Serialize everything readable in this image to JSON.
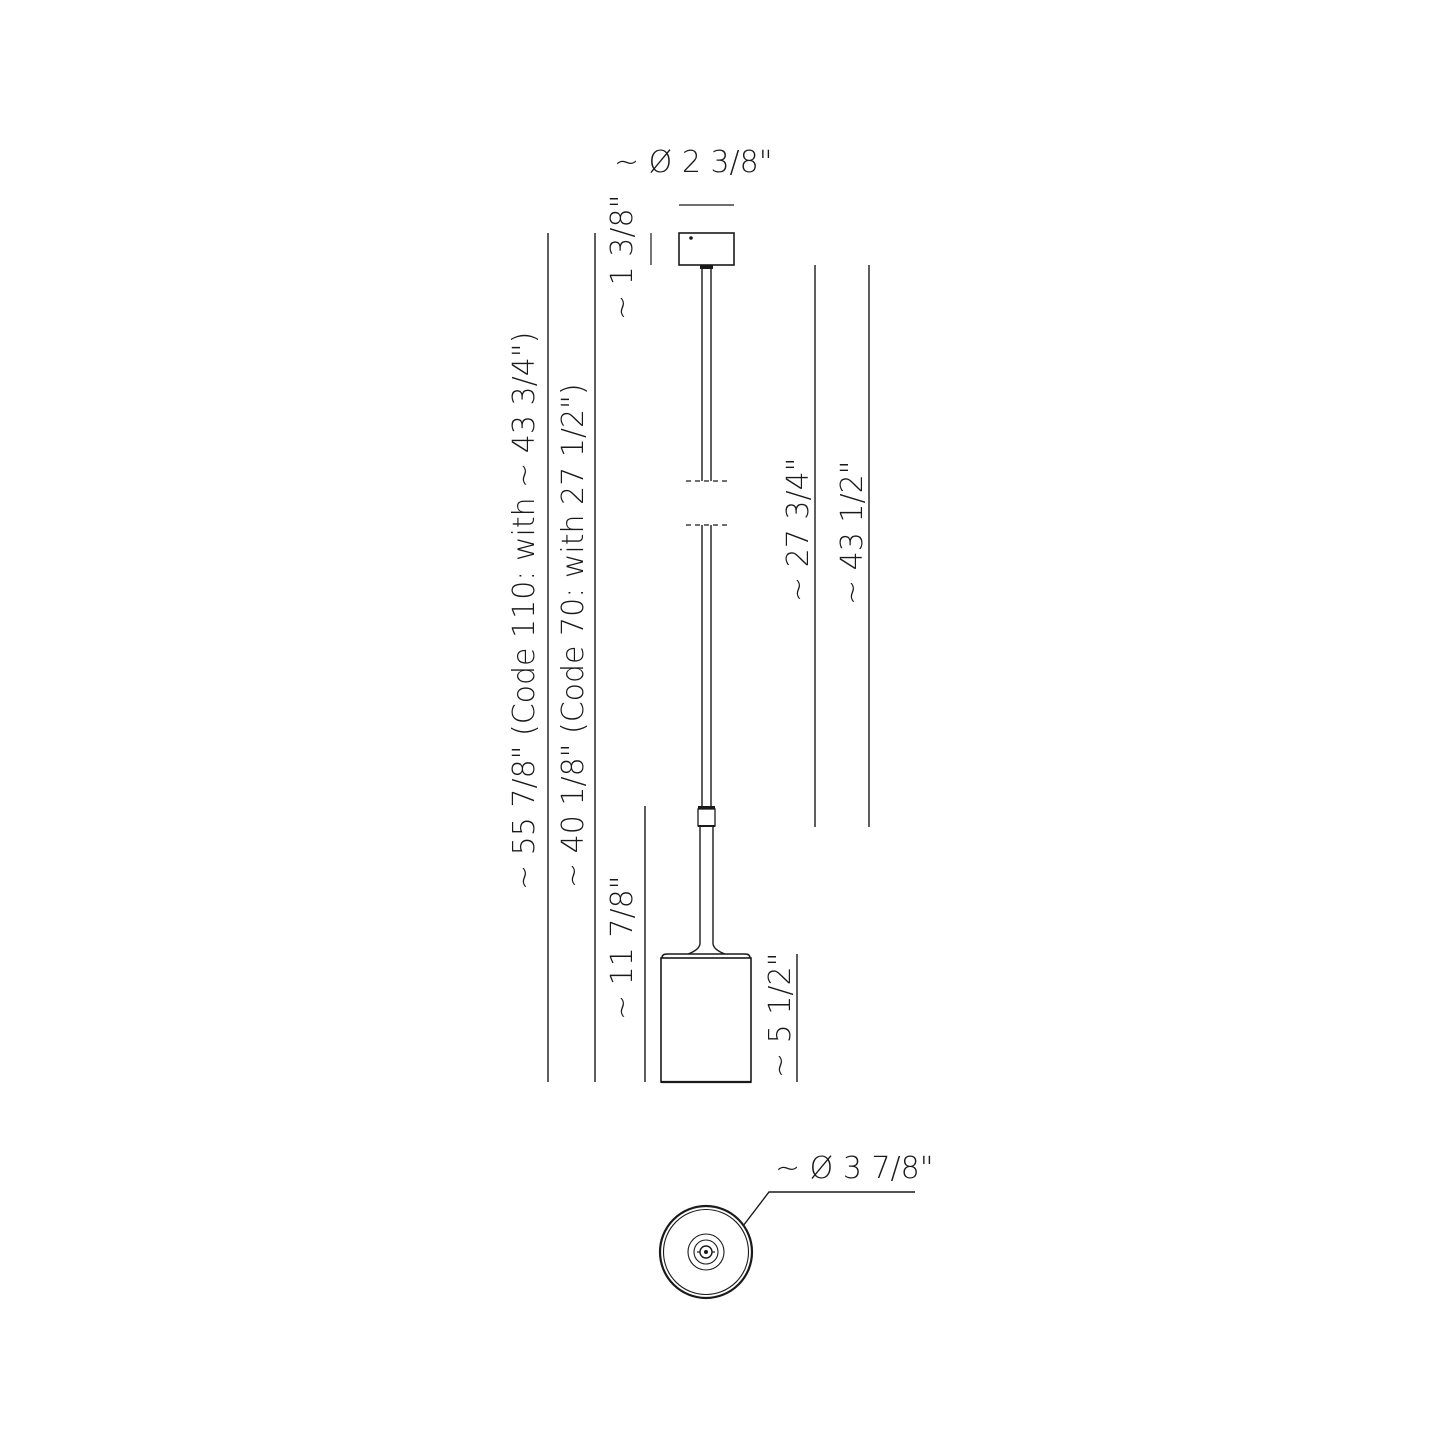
{
  "diagram": {
    "type": "technical-dimension-drawing",
    "subject": "pendant lamp (side elevation and bottom view)",
    "line_color": "#1a1a1a",
    "background": "#ffffff"
  },
  "dimensions": {
    "canopy_diameter": "~ Ø 2 3/8\"",
    "canopy_height": "~ 1 3/8\"",
    "overall_code_110": "~ 55 7/8\" (Code 110: with ~ 43 3/4\")",
    "overall_code_70": "~ 40 1/8\" (Code 70: with 27 1/2\")",
    "cable_code_70": "~ 27 3/4\"",
    "cable_code_110": "~ 43 1/2\"",
    "body_height": "~ 11 7/8\"",
    "shade_height": "~ 5 1/2\"",
    "shade_diameter": "~ Ø 3 7/8\""
  }
}
